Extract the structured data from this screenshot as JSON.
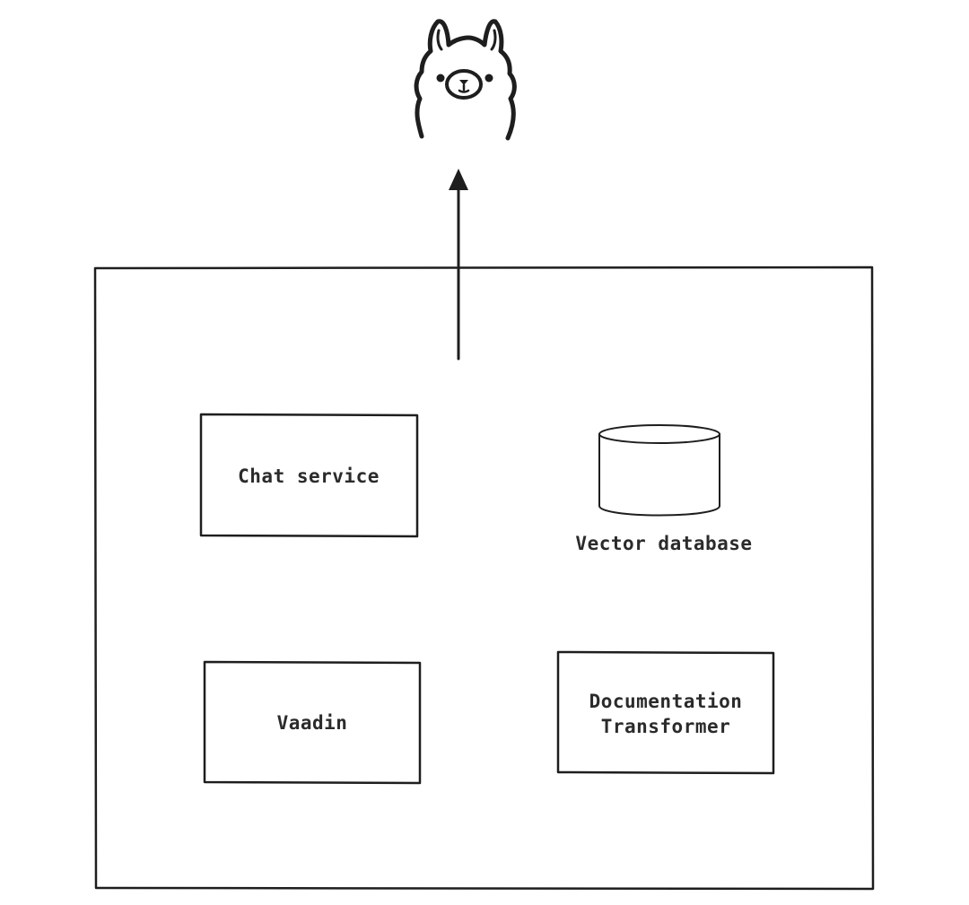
{
  "components": {
    "chat_service": {
      "label": "Chat service"
    },
    "vector_database": {
      "label": "Vector database"
    },
    "vaadin": {
      "label": "Vaadin"
    },
    "documentation_transformer": {
      "label_lines": [
        "Documentation",
        "Transformer"
      ]
    }
  },
  "external": {
    "icon": "llama-icon"
  }
}
